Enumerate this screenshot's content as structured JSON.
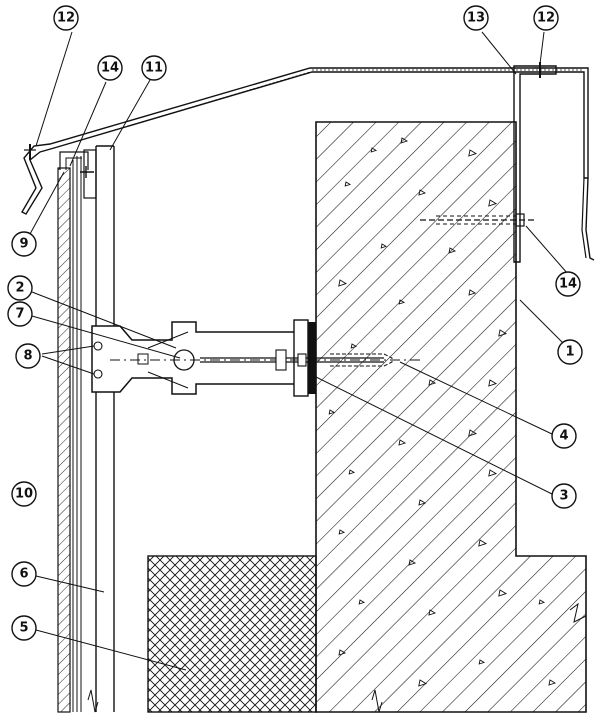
{
  "labels": {
    "l1": "1",
    "l2": "2",
    "l3": "3",
    "l4": "4",
    "l5": "5",
    "l6": "6",
    "l7": "7",
    "l8": "8",
    "l9": "9",
    "l10": "10",
    "l11": "11",
    "l12a": "12",
    "l12b": "12",
    "l13": "13",
    "l14a": "14",
    "l14b": "14"
  },
  "colors": {
    "ink": "#111111",
    "paper": "#ffffff"
  }
}
